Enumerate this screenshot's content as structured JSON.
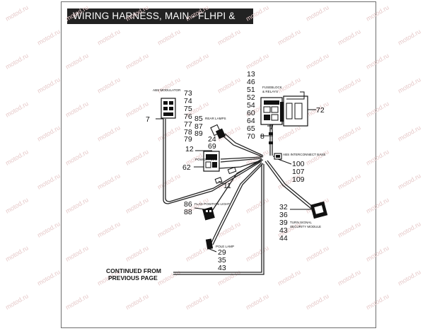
{
  "title": "WIRING HARNESS, MAIN - FLHPI & FLHPEI",
  "watermark": "motod.ru",
  "components": {
    "abs_modulator": "ABS MODULATOR",
    "rear_lamps": "REAR LAMPS",
    "fuseblock": "FUSEBLOCK & RELAYS",
    "power_plug": "POWER PLUG",
    "abs_interconnect": "ABS INTERCONNECT BASE",
    "flag_light": "FLAG POSITION LIGHT",
    "pole_lamp": "POLE LAMP",
    "turn_signal_1": "TURN SIGNAL",
    "turn_signal_2": "SECURITY MODULE"
  },
  "callouts": {
    "abs": [
      "73",
      "74",
      "75",
      "76",
      "77",
      "78",
      "79"
    ],
    "abs_left": "7",
    "rear": [
      "85",
      "87",
      "89"
    ],
    "rear_below": [
      "24",
      "69"
    ],
    "fuse_col": [
      "13",
      "46",
      "51",
      "52",
      "54",
      "60",
      "64",
      "65",
      "70"
    ],
    "fuse_right": "72",
    "fuse_7": "7",
    "fuse_8": "8",
    "power_top": "12",
    "power_left": "62",
    "power_11": "11",
    "interconnect": [
      "100",
      "107",
      "109"
    ],
    "flag": [
      "86",
      "88"
    ],
    "pole": [
      "29",
      "35",
      "43"
    ],
    "turn": [
      "32",
      "36",
      "39",
      "43",
      "44"
    ]
  },
  "continued": [
    "CONTINUED FROM",
    "PREVIOUS PAGE"
  ]
}
